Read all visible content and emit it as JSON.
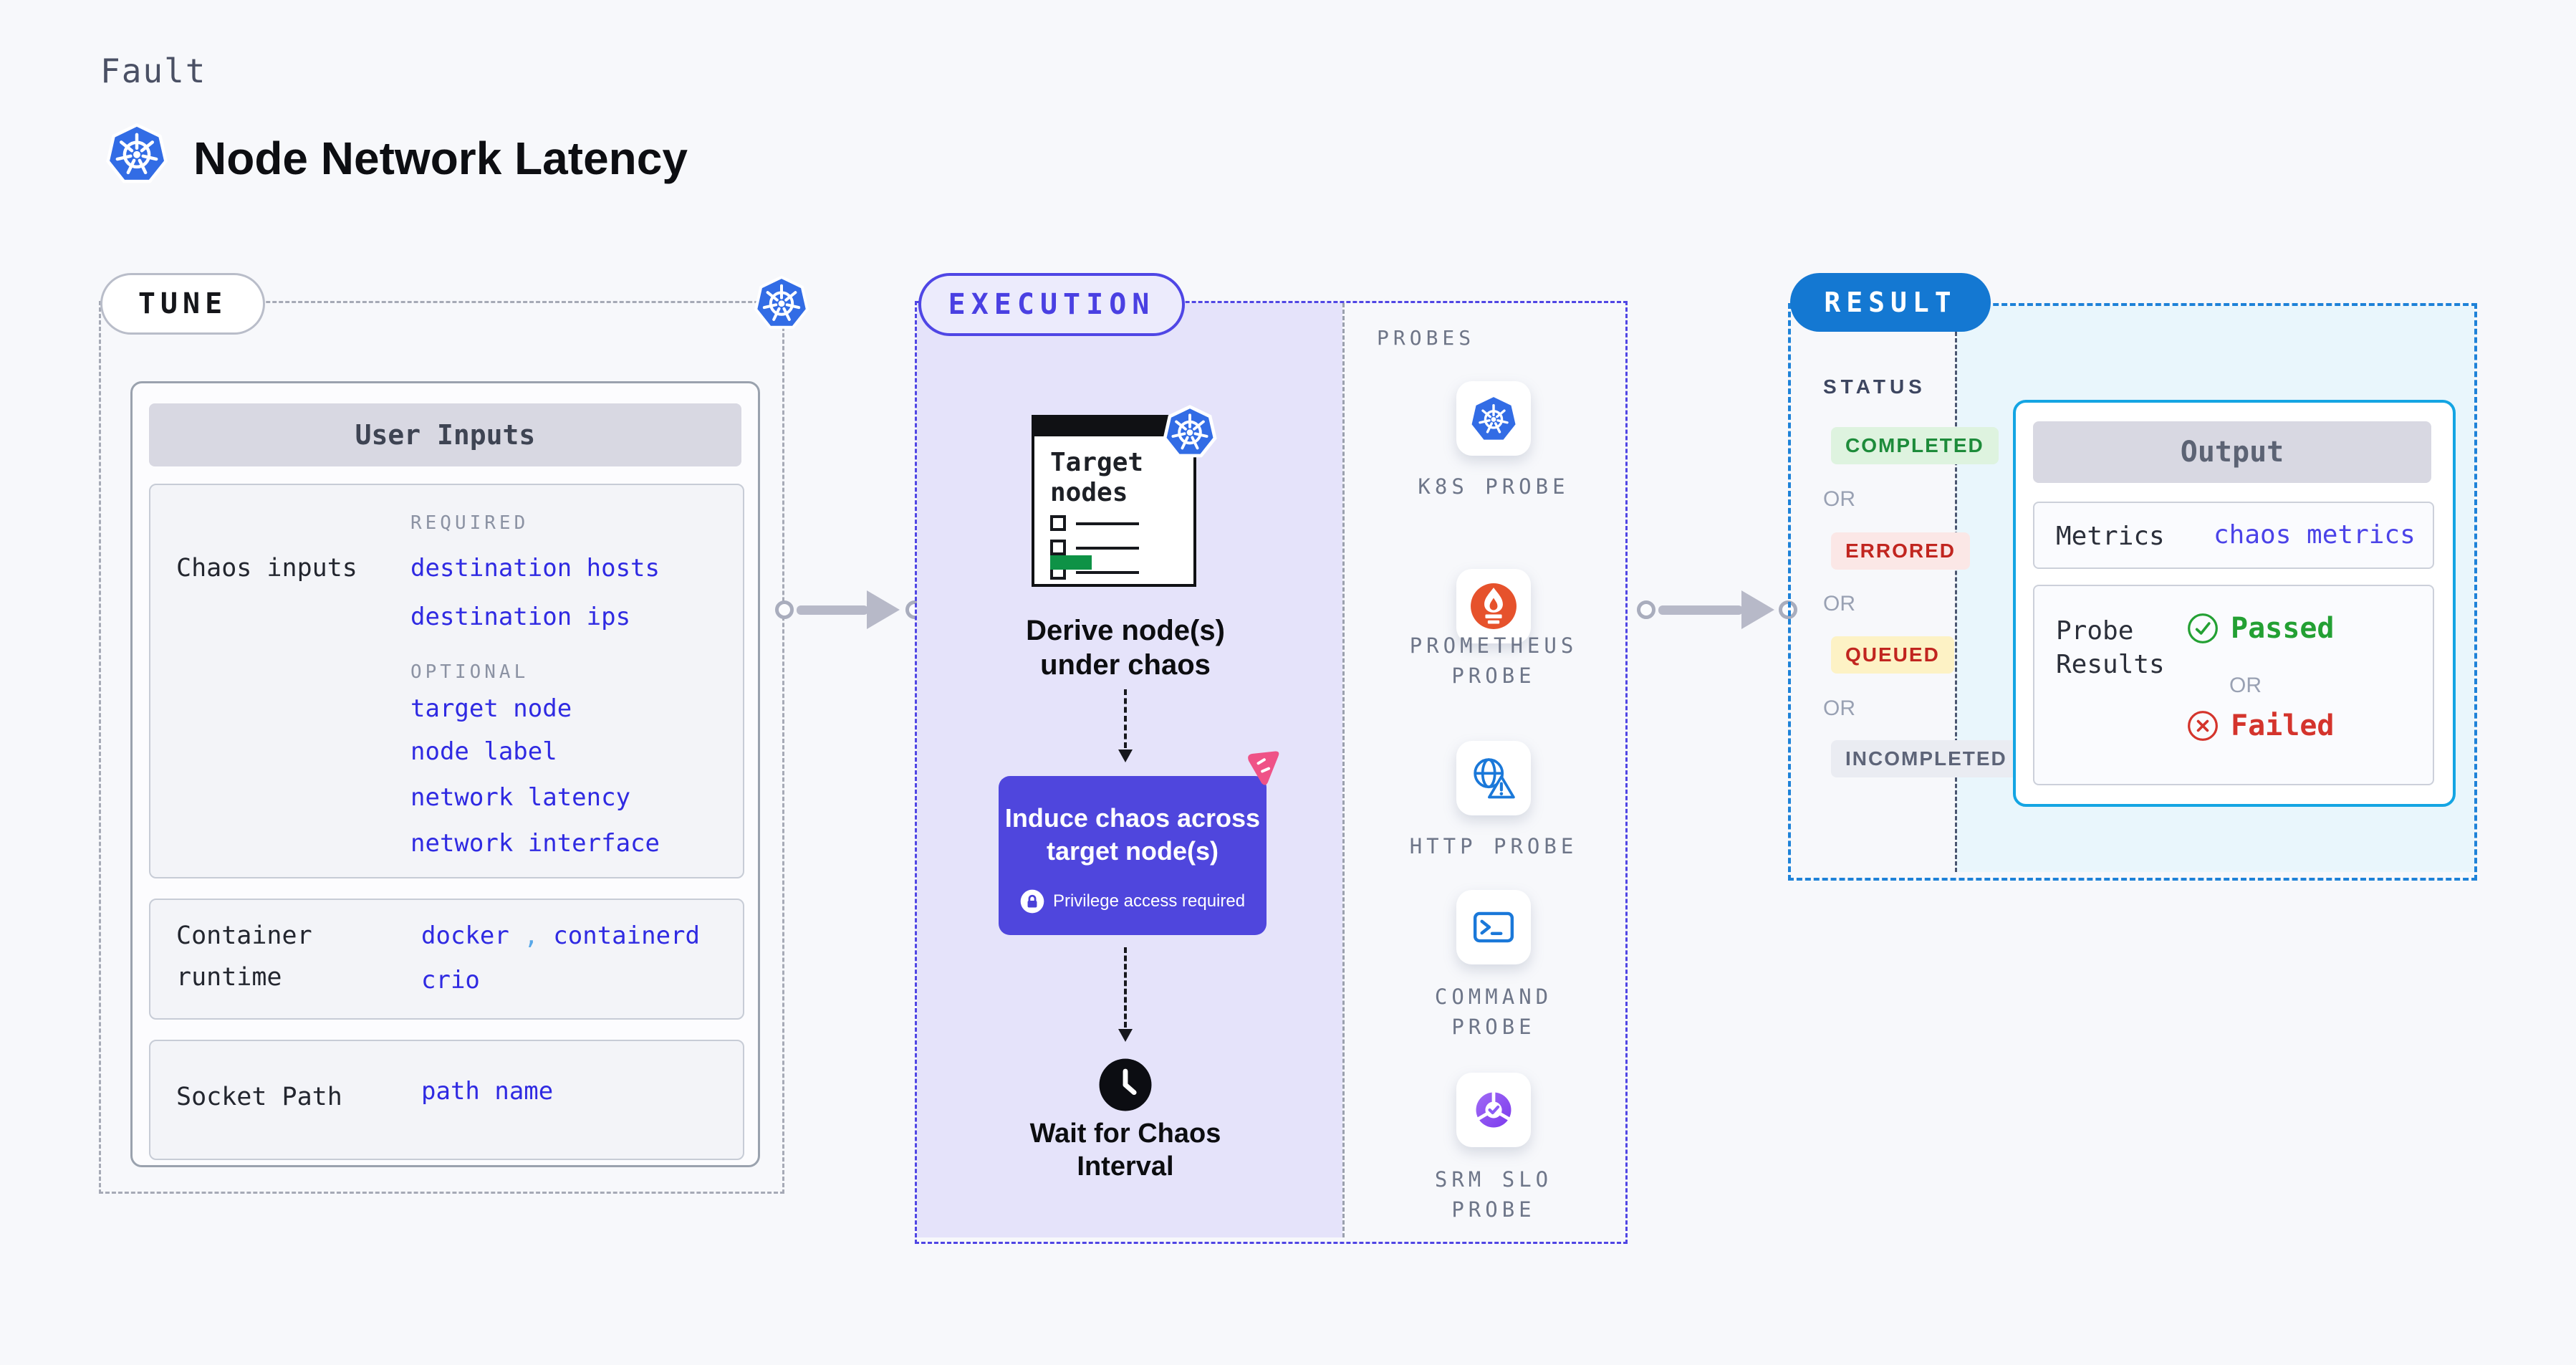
{
  "page": {
    "kicker": "Fault",
    "title": "Node Network Latency"
  },
  "tune": {
    "badge": "TUNE",
    "user_inputs": {
      "header": "User Inputs",
      "chaos": {
        "label": "Chaos inputs",
        "required_label": "REQUIRED",
        "required": [
          "destination hosts",
          "destination ips"
        ],
        "optional_label": "OPTIONAL",
        "optional": [
          "target node",
          "node label",
          "network latency",
          "network interface"
        ]
      },
      "runtime": {
        "label_line1": "Container",
        "label_line2": "runtime",
        "values": [
          "docker",
          "containerd",
          "crio"
        ],
        "separator": ","
      },
      "socket": {
        "label": "Socket Path",
        "value": "path name"
      }
    }
  },
  "execution": {
    "badge": "EXECUTION",
    "target_card": {
      "title_line1": "Target",
      "title_line2": "nodes"
    },
    "derive_line1": "Derive node(s)",
    "derive_line2": "under chaos",
    "induce_line1": "Induce chaos across",
    "induce_line2": "target node(s)",
    "privilege": "Privilege access required",
    "wait_line1": "Wait for Chaos",
    "wait_line2": "Interval"
  },
  "probes": {
    "label": "PROBES",
    "items": [
      {
        "icon": "kubernetes-icon",
        "line1": "K8S PROBE",
        "line2": ""
      },
      {
        "icon": "prometheus-icon",
        "line1": "PROMETHEUS",
        "line2": "PROBE"
      },
      {
        "icon": "http-icon",
        "line1": "HTTP PROBE",
        "line2": ""
      },
      {
        "icon": "command-icon",
        "line1": "COMMAND",
        "line2": "PROBE"
      },
      {
        "icon": "srm-slo-icon",
        "line1": "SRM SLO",
        "line2": "PROBE"
      }
    ]
  },
  "result": {
    "badge": "RESULT",
    "status_label": "STATUS",
    "or_label": "OR",
    "statuses": [
      {
        "label": "COMPLETED",
        "fg": "#1d8b3a",
        "bg": "#def3df"
      },
      {
        "label": "ERRORED",
        "fg": "#c1251f",
        "bg": "#fbe7e6"
      },
      {
        "label": "QUEUED",
        "fg": "#c1251f",
        "bg": "#fdf2c5"
      },
      {
        "label": "INCOMPLETED",
        "fg": "#5d6478",
        "bg": "#eaecf2"
      }
    ],
    "output": {
      "header": "Output",
      "metrics_label": "Metrics",
      "metrics_value": "chaos metrics",
      "probe_label_line1": "Probe",
      "probe_label_line2": "Results",
      "passed": "Passed",
      "or": "OR",
      "failed": "Failed"
    }
  },
  "colors": {
    "page_bg": "#f7f8fb",
    "execution_fill": "#e5e3fa",
    "execution_border": "#4f46e5",
    "result_fill": "#e9f6fc",
    "result_border": "#1e82d8",
    "result_badge_bg": "#1478d2",
    "induce_bg": "#4f46dd",
    "link_blue": "#2f2ae2",
    "kubernetes_blue": "#326ce5",
    "prometheus_orange": "#e6522c",
    "passed_green": "#23a033",
    "failed_red": "#d4342c",
    "target_green_bar": "#0e9246",
    "litmus_pink": "#ef5287"
  }
}
